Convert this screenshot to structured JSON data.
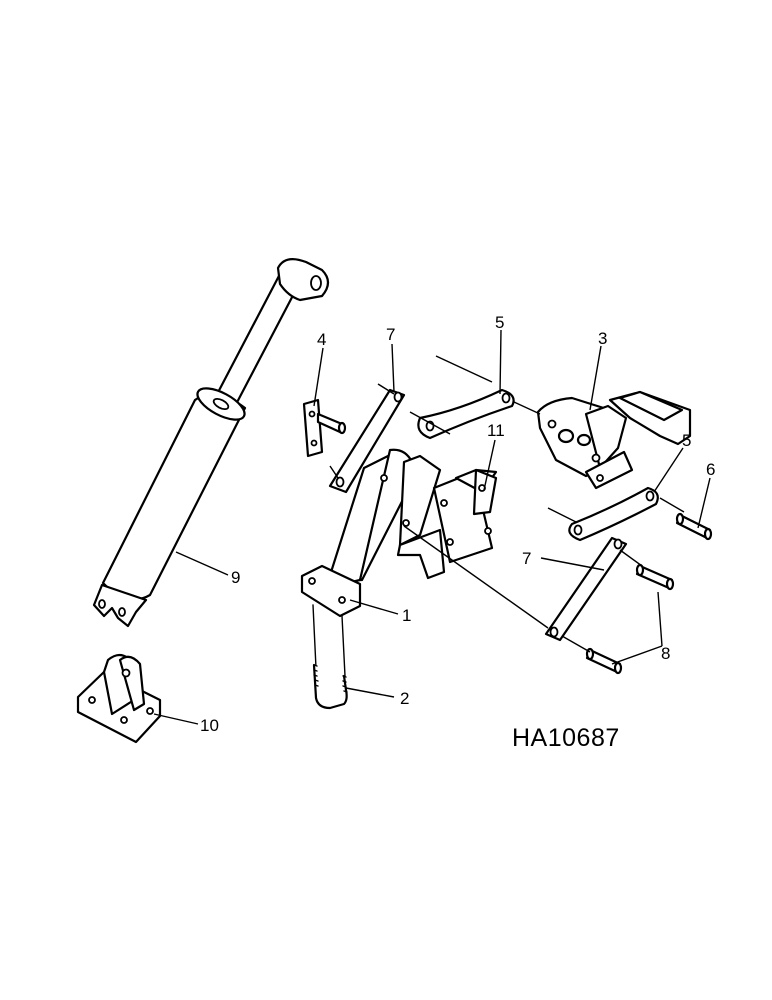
{
  "figure": {
    "reference_code": "HA10687"
  },
  "callouts": [
    {
      "id": "c1",
      "label": "1"
    },
    {
      "id": "c2",
      "label": "2"
    },
    {
      "id": "c3",
      "label": "3"
    },
    {
      "id": "c4",
      "label": "4"
    },
    {
      "id": "c5a",
      "label": "5"
    },
    {
      "id": "c5b",
      "label": "5"
    },
    {
      "id": "c6",
      "label": "6"
    },
    {
      "id": "c7a",
      "label": "7"
    },
    {
      "id": "c7b",
      "label": "7"
    },
    {
      "id": "c8",
      "label": "8"
    },
    {
      "id": "c9",
      "label": "9"
    },
    {
      "id": "c10",
      "label": "10"
    },
    {
      "id": "c11",
      "label": "11"
    }
  ]
}
